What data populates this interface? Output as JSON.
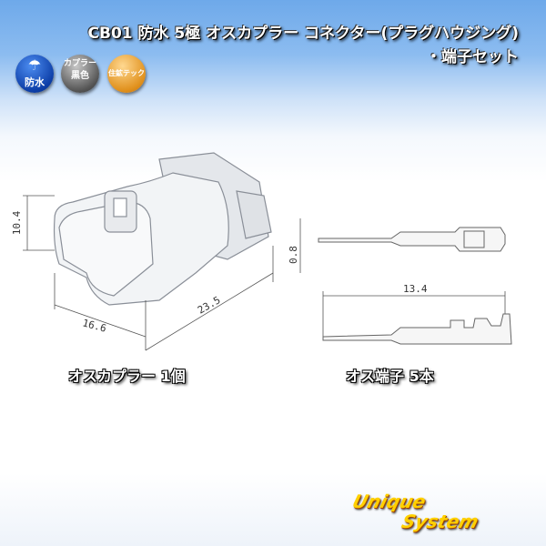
{
  "title": {
    "line1": "CB01 防水 5極 オスカプラー コネクター(プラグハウジング)",
    "line2": "・端子セット"
  },
  "badges": [
    {
      "icon": "umbrella-icon",
      "label": "防水",
      "color": "#1a4fc0"
    },
    {
      "label_line1": "カプラー",
      "label_line2": "黒色",
      "color": "#555555"
    },
    {
      "label": "住鉱テック",
      "color": "#e0901c"
    }
  ],
  "dimensions": {
    "housing_height": "10.4",
    "housing_width": "16.6",
    "housing_length": "23.5",
    "terminal_thickness": "0.8",
    "terminal_length": "13.4"
  },
  "captions": {
    "coupler": "オスカプラー 1個",
    "terminal": "オス端子 5本"
  },
  "logo": {
    "line1": "Unique",
    "line2": "System"
  }
}
